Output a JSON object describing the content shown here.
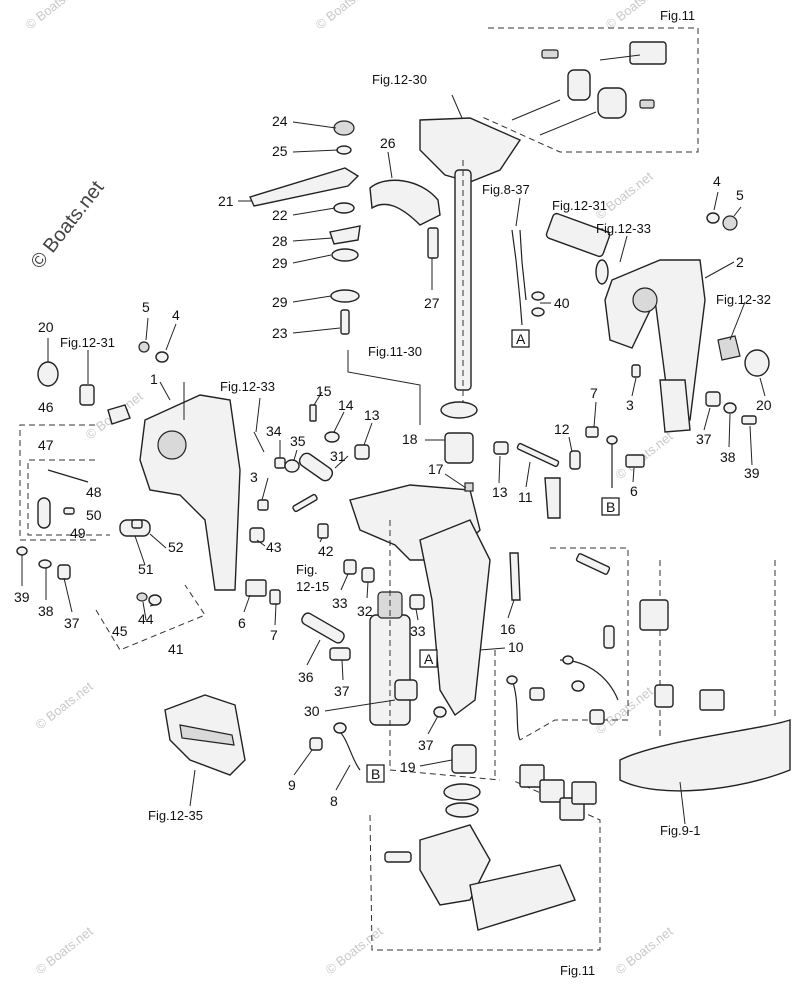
{
  "watermark": "© Boats.net",
  "figure_refs": {
    "fig_11_top": "Fig.11",
    "fig_12_30": "Fig.12-30",
    "fig_8_37": "Fig.8-37",
    "fig_12_31_right": "Fig.12-31",
    "fig_12_33_right": "Fig.12-33",
    "fig_12_32": "Fig.12-32",
    "fig_12_31_left": "Fig.12-31",
    "fig_11_30": "Fig.11-30",
    "fig_12_33_left": "Fig.12-33",
    "fig_12_15_line1": "Fig.",
    "fig_12_15_line2": "12-15",
    "fig_12_35": "Fig.12-35",
    "fig_9_1": "Fig.9-1",
    "fig_11_bottom": "Fig.11"
  },
  "callouts": {
    "p24": "24",
    "p25": "25",
    "p26": "26",
    "p21": "21",
    "p22": "22",
    "p28": "28",
    "p29a": "29",
    "p29b": "29",
    "p23": "23",
    "p27": "27",
    "p40": "40",
    "p4r": "4",
    "p5r": "5",
    "p2": "2",
    "p20r": "20",
    "p3r": "3",
    "p37r": "37",
    "p38r": "38",
    "p39r": "39",
    "p7r": "7",
    "p12": "12",
    "p6r": "6",
    "p5l": "5",
    "p4l": "4",
    "p20l": "20",
    "p1": "1",
    "p46": "46",
    "p47": "47",
    "p48": "48",
    "p50": "50",
    "p49": "49",
    "p3l": "3",
    "p34": "34",
    "p35": "35",
    "p15": "15",
    "p14": "14",
    "p13a": "13",
    "p31": "31",
    "p18": "18",
    "p17": "17",
    "p13b": "13",
    "p11": "11",
    "p52": "52",
    "p51": "51",
    "p43": "43",
    "p42": "42",
    "p39l": "39",
    "p38l": "38",
    "p37l": "37",
    "p45": "45",
    "p44": "44",
    "p41": "41",
    "p6l": "6",
    "p7l": "7",
    "p33a": "33",
    "p32": "32",
    "p33b": "33",
    "p16": "16",
    "p10": "10",
    "p36": "36",
    "p37m": "37",
    "p30": "30",
    "p37b": "37",
    "p19": "19",
    "p9": "9",
    "p8": "8"
  },
  "boxed_letters": {
    "a1": "A",
    "a2": "A",
    "b1": "B",
    "b2": "B"
  }
}
